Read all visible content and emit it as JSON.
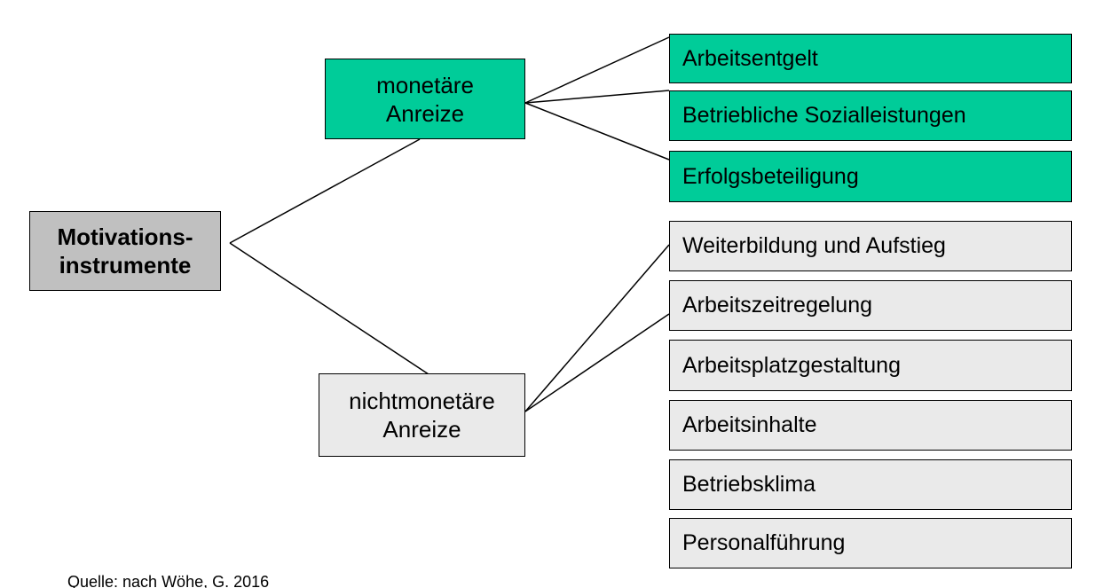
{
  "root": {
    "label_line1": "Motivations-",
    "label_line2": "instrumente"
  },
  "branches": {
    "monetary": {
      "label_line1": "monetäre",
      "label_line2": "Anreize",
      "items": [
        "Arbeitsentgelt",
        "Betriebliche Sozialleistungen",
        "Erfolgsbeteiligung"
      ]
    },
    "non_monetary": {
      "label_line1": "nichtmonetäre",
      "label_line2": "Anreize",
      "items": [
        "Weiterbildung und Aufstieg",
        "Arbeitszeitregelung",
        "Arbeitsplatzgestaltung",
        "Arbeitsinhalte",
        "Betriebsklima",
        "Personalführung"
      ]
    }
  },
  "source": "Quelle: nach Wöhe, G. 2016",
  "colors": {
    "monetary_fill": "#00cc99",
    "non_monetary_fill": "#eaeaea",
    "root_fill": "#c0c0c0",
    "border": "#000000"
  }
}
